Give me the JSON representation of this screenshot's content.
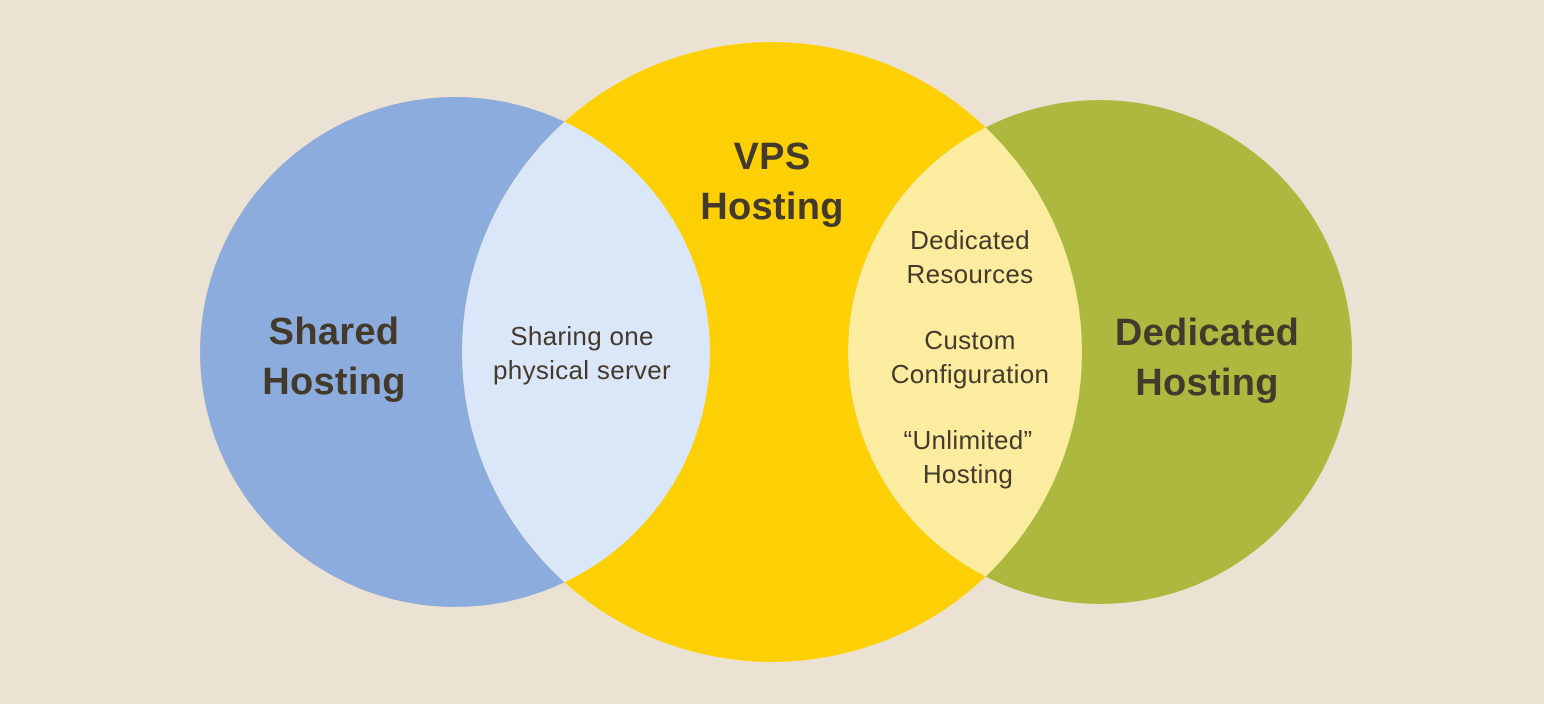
{
  "colors": {
    "background": "#EBE2D3",
    "text": "#443A2C"
  },
  "diagram": {
    "type": "venn",
    "title": "Hosting types Venn diagram",
    "circles": [
      {
        "id": "shared-hosting",
        "label": "Shared Hosting",
        "color": "#8BACDC"
      },
      {
        "id": "vps-hosting",
        "label": "VPS Hosting",
        "color": "#FDD006"
      },
      {
        "id": "dedicated-hosting",
        "label": "Dedicated Hosting",
        "color": "#ACB83E"
      }
    ],
    "overlaps": [
      {
        "id": "shared-vps",
        "between": [
          "Shared Hosting",
          "VPS Hosting"
        ],
        "color": "#DAE7F9",
        "items": [
          "Sharing one physical server"
        ]
      },
      {
        "id": "vps-dedicated",
        "between": [
          "VPS Hosting",
          "Dedicated Hosting"
        ],
        "color": "#FBEC9F",
        "items": [
          "Dedicated Resources",
          "Custom Configuration",
          "“Unlimited” Hosting"
        ]
      }
    ]
  }
}
